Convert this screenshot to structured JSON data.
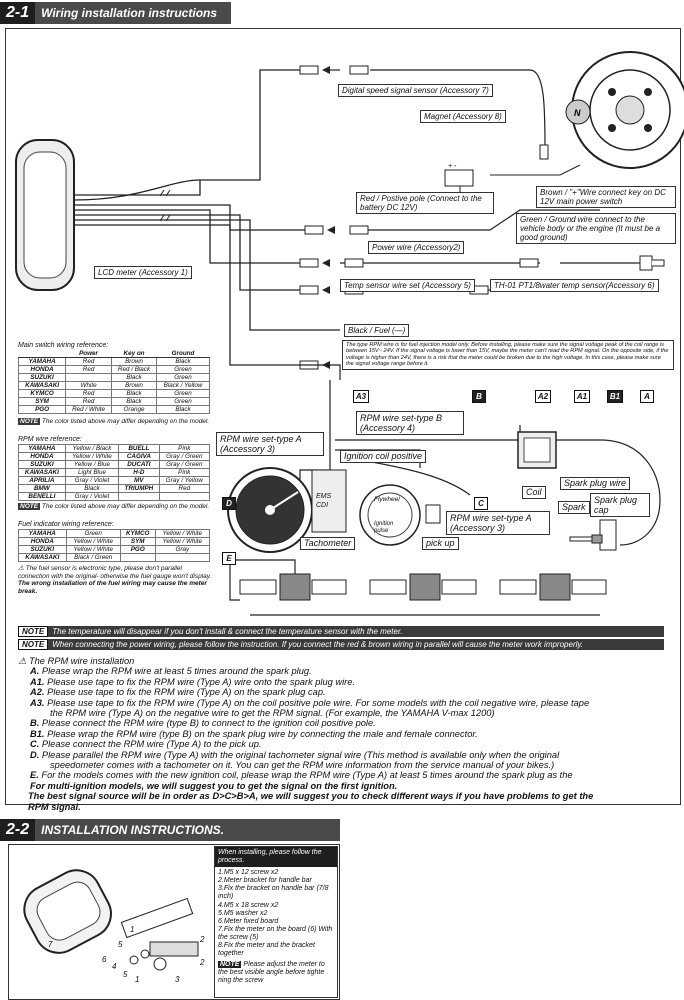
{
  "section1": {
    "num": "2-1",
    "title": "Wiring installation instructions"
  },
  "section2": {
    "num": "2-2",
    "title": "INSTALLATION INSTRUCTIONS."
  },
  "labels": {
    "digital_speed": "Digital speed signal sensor (Accessory 7)",
    "magnet": "Magnet (Accessory 8)",
    "red_positive": "Red / Postive pole (Connect to the battery DC 12V)",
    "brown": "Brown / \"+\"Wire connect key on DC 12V main power switch",
    "green": "Green / Ground wire connect to the vehicle body or the engine (It must be a good ground)",
    "power_wire": "Power wire (Accessory2)",
    "lcd_meter": "LCD meter (Accessory 1)",
    "temp_sensor": "Temp sensor wire set (Accessory 5)",
    "th01": "TH-01 PT1/8water temp sensor(Accessory 6)",
    "black_fuel": "Black / Fuel (—)",
    "rpm_wire_note": "The type RPM wire is for fuel injection model only. Before installing, please make sure the signal voltage peak of the coil range is between 15V~ 24V. If the signal voltage is lower than 15V, maybe the meter can't read the RPM signal. On the opposite side, if the voltage is higher than 24V, there is a risk that the meter could be broken due to the high voltage. In this case, please make sure the signal voltage range before it.",
    "rpm_b": "RPM wire set-type B (Accessory 4)",
    "rpm_a": "RPM wire set-type A (Accessory 3)",
    "ignition_coil": "Ignition coil positive",
    "coil": "Coil",
    "spark_wire": "Spark plug wire",
    "spark_cap": "Spark plug cap",
    "spark": "Spark",
    "rpm_a2": "RPM wire set-type A (Accessory 3)",
    "tachometer": "Tachometer",
    "pickup": "pick up",
    "ems_cdi": "EMS CDI",
    "flywheel": "Flywheel",
    "ignition_pulse": "Ignition pulse"
  },
  "letters": [
    "A3",
    "B",
    "A2",
    "A1",
    "B1",
    "A",
    "D",
    "C",
    "E"
  ],
  "main_switch": {
    "title": "Main switch wiring reference:",
    "headers": [
      "",
      "Power",
      "Key on",
      "Ground"
    ],
    "rows": [
      [
        "YAMAHA",
        "Red",
        "Brown",
        "Black"
      ],
      [
        "HONDA",
        "Red",
        "Red / Black",
        "Green"
      ],
      [
        "SUZUKI",
        "",
        "Black",
        "Green"
      ],
      [
        "KAWASAKI",
        "White",
        "Brown",
        "Black / Yellow"
      ],
      [
        "KYMCO",
        "Red",
        "Black",
        "Green"
      ],
      [
        "SYM",
        "Red",
        "Black",
        "Green"
      ],
      [
        "PGO",
        "Red / White",
        "Orange",
        "Black"
      ]
    ],
    "note_tag": "NOTE",
    "note": "The color listed above may differ depending on the model."
  },
  "rpm_ref": {
    "title": "RPM wire reference:",
    "rows": [
      [
        "YAMAHA",
        "Yellow / Black",
        "BUELL",
        "Pink"
      ],
      [
        "HONDA",
        "Yellow / White",
        "CAGIVA",
        "Gray / Green"
      ],
      [
        "SUZUKI",
        "Yellow / Blue",
        "DUCATI",
        "Gray / Green"
      ],
      [
        "KAWASAKI",
        "Light Blue",
        "H-D",
        "Pink"
      ],
      [
        "APRILIA",
        "Gray / Violet",
        "MV",
        "Gray / Yellow"
      ],
      [
        "BMW",
        "Black",
        "TRIUMPH",
        "Red"
      ],
      [
        "BENELLI",
        "Gray / Violet",
        "",
        ""
      ]
    ],
    "note_tag": "NOTE",
    "note": "The color listed above may differ depending on the model."
  },
  "fuel_ref": {
    "title": "Fuel indicator wiring reference:",
    "rows": [
      [
        "YAMAHA",
        "Green",
        "KYMCO",
        "Yellow / White"
      ],
      [
        "HONDA",
        "Yellow / White",
        "SYM",
        "Yellow / White"
      ],
      [
        "SUZUKI",
        "Yellow / White",
        "PGO",
        "Gray"
      ],
      [
        "KAWASAKI",
        "Black / Green",
        "",
        ""
      ]
    ]
  },
  "fuel_warning": {
    "text": "The fuel sensor is electronic type, please don't parallel connection with the original- otherwise the fuel gauge won't display.",
    "bold": "The wrong installation of the fuel wiring may cause the meter break."
  },
  "notes": [
    {
      "tag": "NOTE",
      "text": "The temperature will disappear if you don't install & connect the temperature sensor with the meter."
    },
    {
      "tag": "NOTE",
      "text": "When connecting the power wiring, please follow the instruction. If you connect the red & brown wiring in parallel will cause the meter work improperly."
    }
  ],
  "instructions": {
    "heading": "The RPM wire installation",
    "lines": [
      {
        "k": "A.",
        "t": "Please wrap the RPM wire at least 5 times around the spark plug."
      },
      {
        "k": "A1.",
        "t": "Please use tape to fix the RPM wire (Type A) wire onto the spark plug wire."
      },
      {
        "k": "A2.",
        "t": "Please use tape to fix the RPM wire (Type A) on the spark plug cap."
      },
      {
        "k": "A3.",
        "t": "Please use tape to fix the RPM wire (Type A) on the coil positive pole wire. For some models with the coil negative wire, please tape"
      },
      {
        "k": "",
        "t": "the RPM wire (Type A) on the negative wire to get the RPM signal. (For example, the YAMAHA V-max 1200)"
      },
      {
        "k": "B.",
        "t": "Please connect the RPM wire (type B) to connect to the ignition coil positive pole."
      },
      {
        "k": "B1.",
        "t": "Please wrap the RPM wire (type B) on the spark plug wire by connecting the male and female connector."
      },
      {
        "k": "C.",
        "t": "Please connect the RPM wire (Type A) to the pick up."
      },
      {
        "k": "D.",
        "t": "Please parallel the RPM wire (Type A) with the original tachometer signal wire (This method is available only when the original"
      },
      {
        "k": "",
        "t": "speedometer comes with a tachometer on it. You can get the RPM wire information from the service manual of your bikes.)"
      },
      {
        "k": "E.",
        "t": "For the models comes with the new ignition coil, please wrap the RPM wire (Type A) at least 5 times around the spark plug as the"
      }
    ],
    "bold1": "For multi-ignition models, we will suggest you to get the signal on the first ignition.",
    "bold2": "The best signal source will be in order as D>C>B>A, we will suggest you to check different ways if you have problems to get the",
    "bold3": "RPM signal."
  },
  "install_steps": {
    "head": "When installing, please follow the process.",
    "items": [
      "1.M5 x 12 screw x2",
      "2.Meter bracket for handle bar",
      "3.Fix the bracket on handle bar (7/8 inch)",
      "4.M5 x 18 screw x2",
      "5.M5 washer x2",
      "6.Meter fixed board",
      "7.Fix the meter on the board (6) With the screw (5)",
      "8.Fix the meter and the bracket together"
    ],
    "note_tag": "NOTE",
    "note": "Please adjust the meter to the best visible angle before tighte ning the screw"
  },
  "part_numbers": [
    "1",
    "2",
    "3",
    "4",
    "5",
    "6",
    "7",
    "5",
    "1",
    "2"
  ]
}
